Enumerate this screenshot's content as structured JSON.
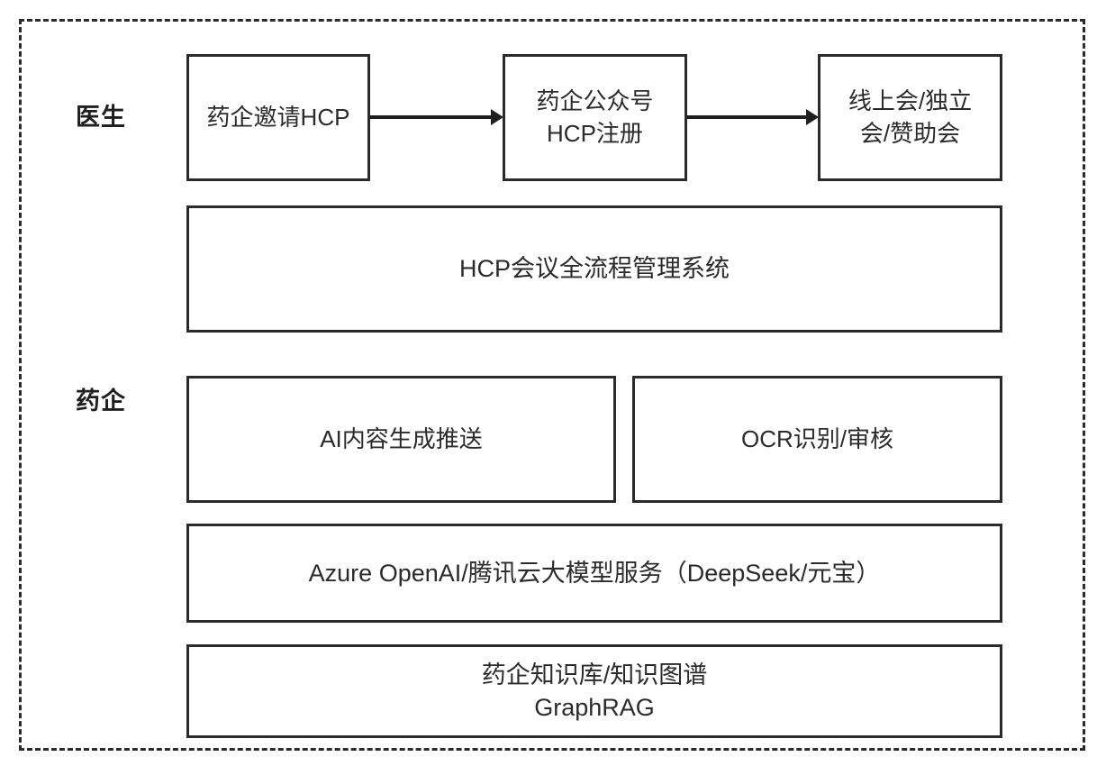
{
  "diagram": {
    "title_present": false,
    "frame": {
      "style": "dashed",
      "color": "#2b2b2b"
    },
    "swimlanes": [
      {
        "id": "doctor",
        "label": "医生"
      },
      {
        "id": "pharma",
        "label": "药企"
      }
    ],
    "nodes": [
      {
        "id": "n1",
        "label": "药企邀请HCP"
      },
      {
        "id": "n2",
        "label": "药企公众号\nHCP注册"
      },
      {
        "id": "n3",
        "label": "线上会/独立\n会/赞助会"
      },
      {
        "id": "n4",
        "label": "HCP会议全流程管理系统"
      },
      {
        "id": "n5",
        "label": "AI内容生成推送"
      },
      {
        "id": "n6",
        "label": "OCR识别/审核"
      },
      {
        "id": "n7",
        "label": "Azure OpenAI/腾讯云大模型服务（DeepSeek/元宝）"
      },
      {
        "id": "n8",
        "label": "药企知识库/知识图谱\nGraphRAG"
      }
    ],
    "connectors": [
      {
        "id": "c1",
        "from": "n1",
        "to": "n2",
        "arrow": "right"
      },
      {
        "id": "c2",
        "from": "n2",
        "to": "n3",
        "arrow": "right"
      }
    ]
  }
}
